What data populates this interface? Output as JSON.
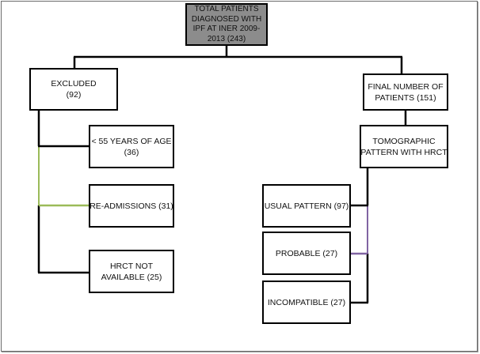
{
  "colors": {
    "line": "#000000",
    "green_bracket": "#9bbb59",
    "purple_bracket": "#8064a2",
    "root_fill": "#8c8c8c"
  },
  "boxes": {
    "root": {
      "lines": [
        "TOTAL PATIENTS",
        "DIAGNOSED WITH",
        "IPF  AT INER 2009-",
        "2013 (243)"
      ]
    },
    "excluded": {
      "lines": [
        "EXCLUDED",
        "(92)"
      ]
    },
    "final": {
      "lines": [
        "FINAL NUMBER OF",
        "PATIENTS (151)"
      ]
    },
    "age": {
      "lines": [
        "< 55 YEARS OF AGE",
        "(36)"
      ]
    },
    "readmissions": {
      "lines": [
        "RE-ADMISSIONS (31)"
      ]
    },
    "hrct_na": {
      "lines": [
        "HRCT NOT",
        "AVAILABLE (25)"
      ]
    },
    "tomographic": {
      "lines": [
        "TOMOGRAPHIC",
        "PATTERN WITH HRCT"
      ]
    },
    "usual": {
      "lines": [
        "USUAL PATTERN (97)"
      ]
    },
    "probable": {
      "lines": [
        "PROBABLE (27)"
      ]
    },
    "incompatible": {
      "lines": [
        "INCOMPATIBLE (27)"
      ]
    }
  }
}
